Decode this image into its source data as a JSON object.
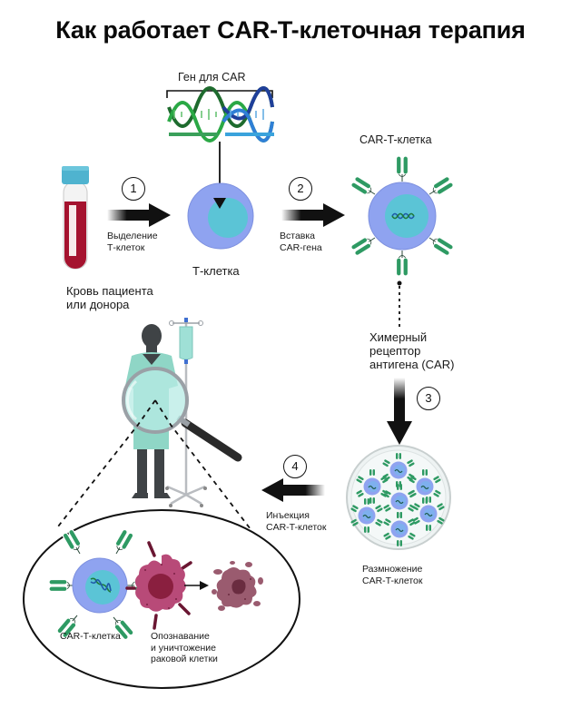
{
  "title": "Как работает CAR-T-клеточная терапия",
  "gene_label": "Ген для CAR",
  "blood": {
    "label_line1": "Кровь пациента",
    "label_line2": "или донора"
  },
  "steps": [
    {
      "number": "1",
      "line1": "Выделение",
      "line2": "Т-клеток"
    },
    {
      "number": "2",
      "line1": "Вставка",
      "line2": "CAR-гена"
    },
    {
      "number": "3",
      "line1": "",
      "line2": ""
    },
    {
      "number": "4",
      "line1": "Инъекция",
      "line2": "CAR-T-клеток"
    }
  ],
  "t_cell_label": "Т-клетка",
  "car_t_cell_label": "CAR-T-клетка",
  "car_receptor": {
    "line1": "Химерный",
    "line2": "рецептор",
    "line3": "антигена (CAR)"
  },
  "expansion": {
    "line1": "Размножение",
    "line2": "CAR-T-клеток"
  },
  "zoom_panel": {
    "car_t_label": "CAR-T-клетка",
    "kill_line1": "Опознавание",
    "kill_line2": "и уничтожение",
    "kill_line3": "раковой клетки"
  },
  "colors": {
    "cell_body": "#8fa3f0",
    "nucleus": "#5bc4d6",
    "receptor": "#2e9a63",
    "blood": "#a5132f",
    "tube_cap": "#4fb3cf",
    "cancer_cell": "#b84a78",
    "dead_cell": "#9a5b6f",
    "gown": "#8fd6c6",
    "dna_green": "#3aa05a",
    "dna_blue": "#2a8fd0"
  }
}
